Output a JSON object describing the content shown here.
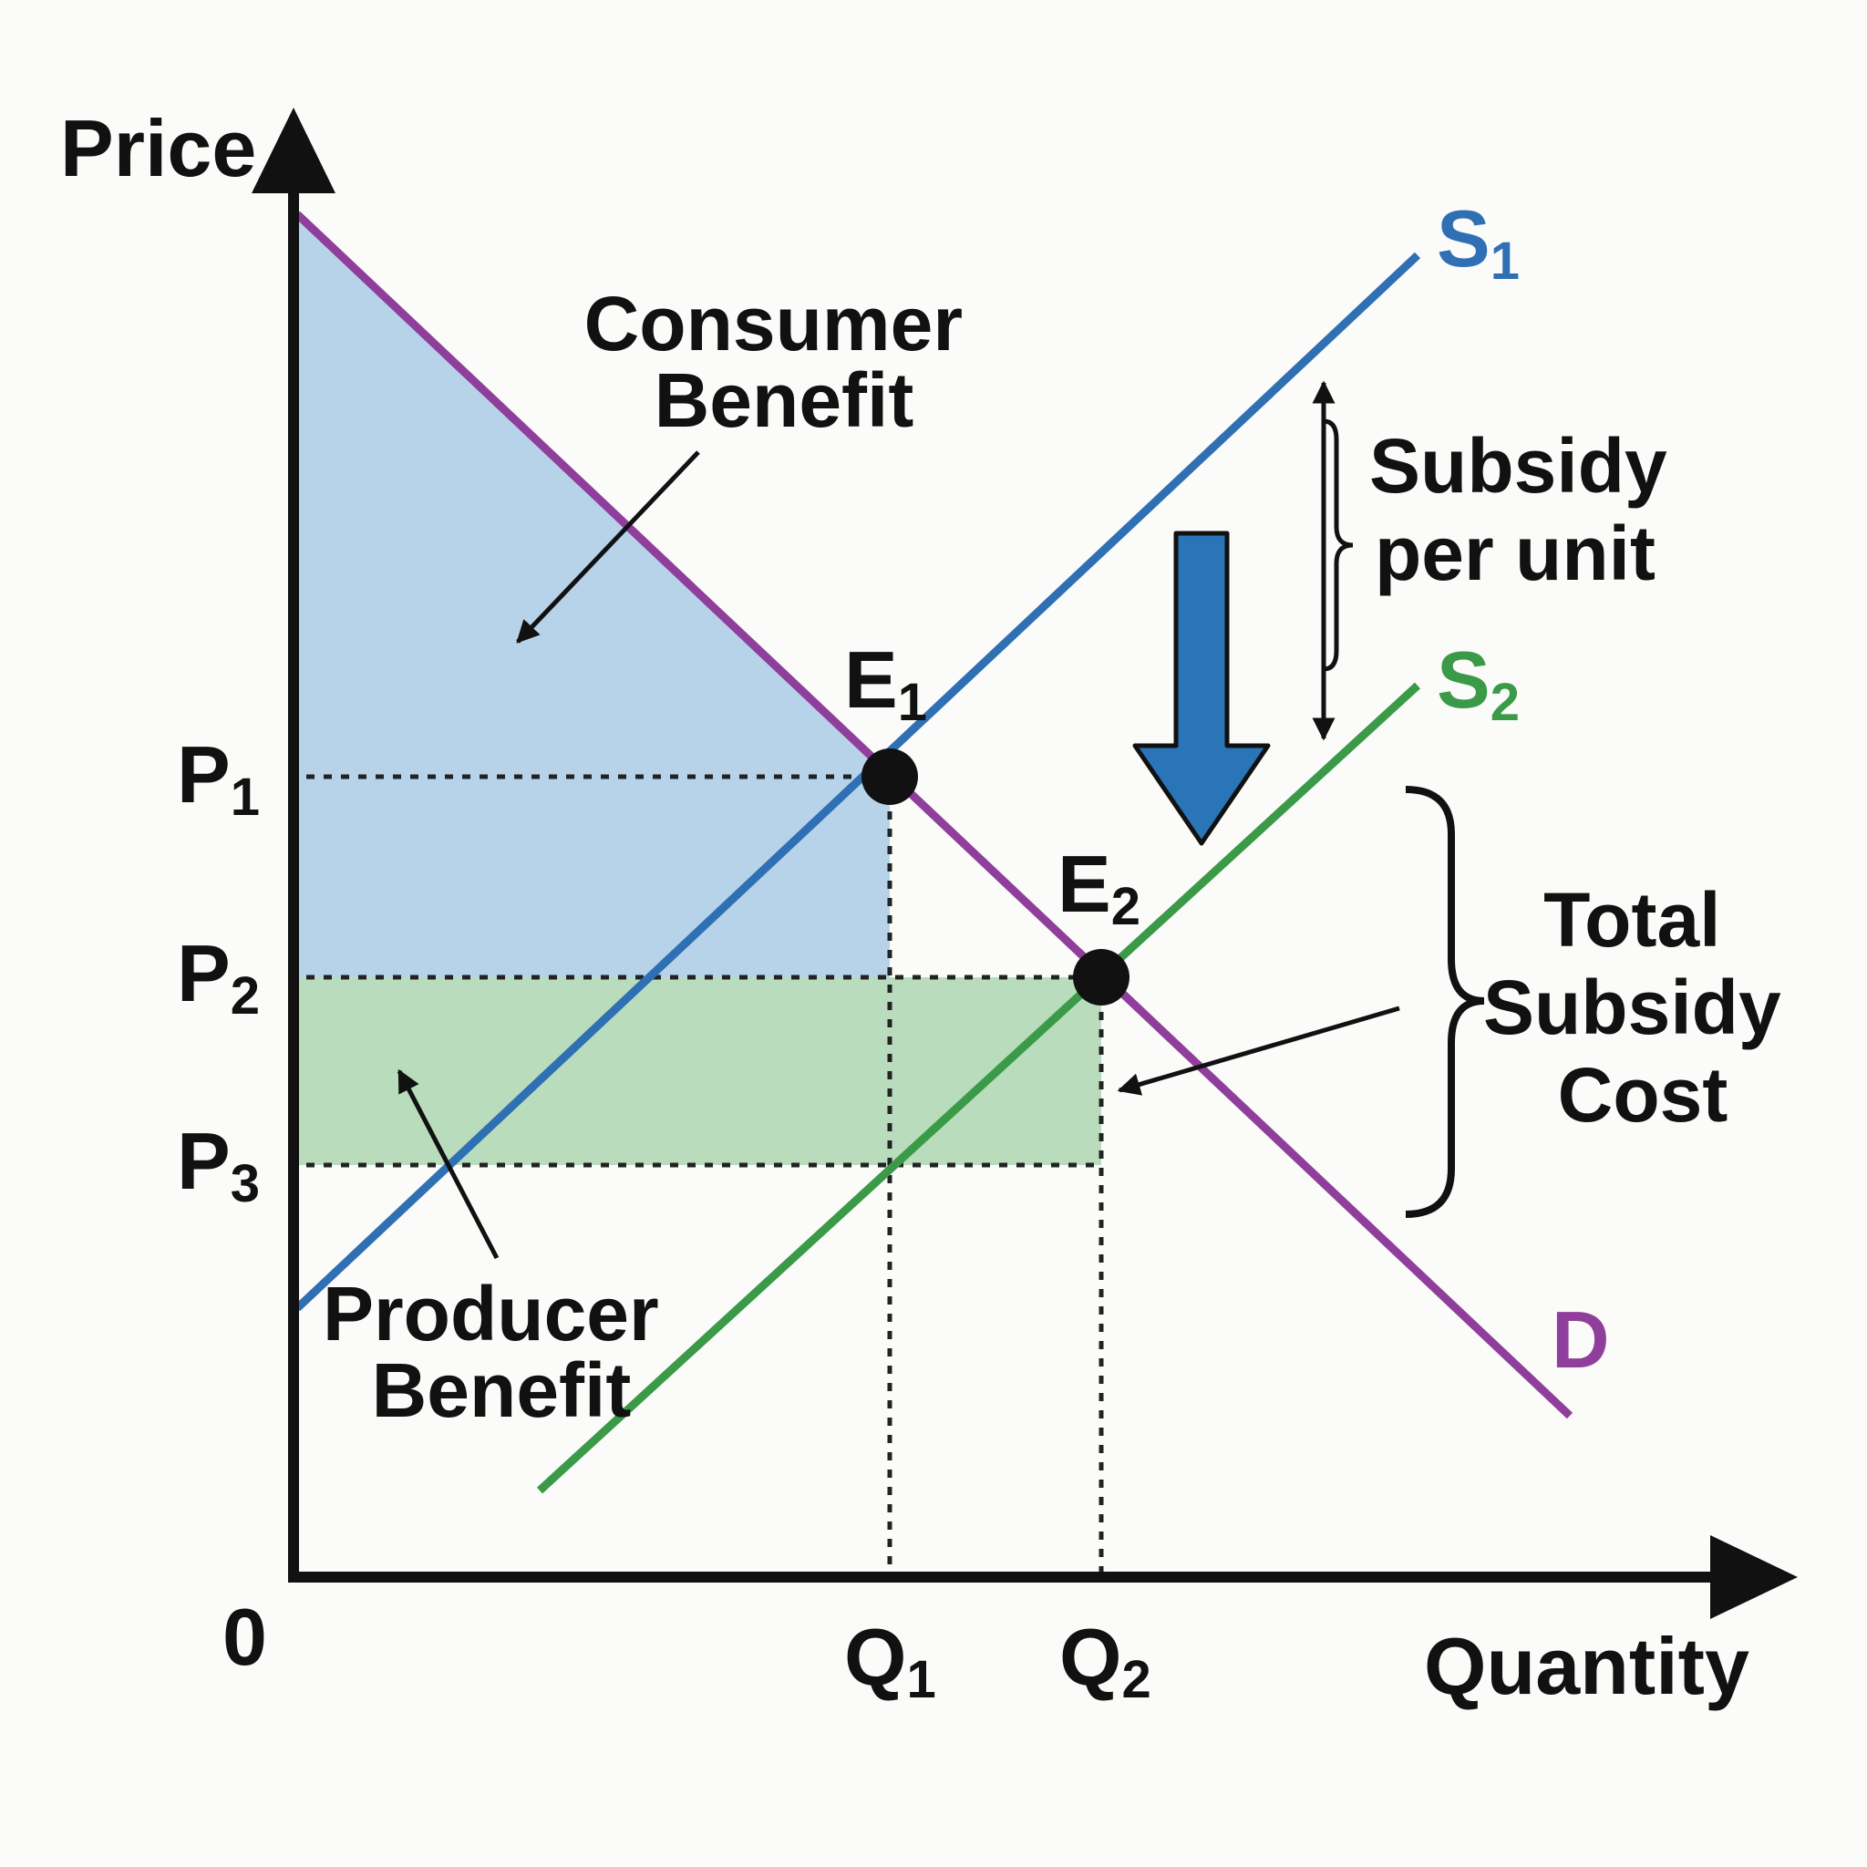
{
  "axes": {
    "y_label": "Price",
    "x_label": "Quantity",
    "origin": "0"
  },
  "price_levels": [
    {
      "base": "P",
      "sub": "1"
    },
    {
      "base": "P",
      "sub": "2"
    },
    {
      "base": "P",
      "sub": "3"
    }
  ],
  "quantity_levels": [
    {
      "base": "Q",
      "sub": "1"
    },
    {
      "base": "Q",
      "sub": "2"
    }
  ],
  "curves": {
    "s1": {
      "base": "S",
      "sub": "1",
      "color": "#2f6fb3"
    },
    "s2": {
      "base": "S",
      "sub": "2",
      "color": "#3a9a48"
    },
    "d": {
      "label": "D",
      "color": "#8f3f9b"
    }
  },
  "points": {
    "e1": {
      "base": "E",
      "sub": "1"
    },
    "e2": {
      "base": "E",
      "sub": "2"
    }
  },
  "annotations": {
    "consumer_benefit": [
      "Consumer",
      "Benefit"
    ],
    "producer_benefit": [
      "Producer",
      "Benefit"
    ],
    "subsidy_per_unit": [
      "Subsidy",
      "per unit"
    ],
    "total_subsidy_cost": [
      "Total",
      "Subsidy",
      "Cost"
    ]
  },
  "colors": {
    "consumer_area": "#b7d3ea",
    "producer_area": "#b8dcbc",
    "shift_arrow": "#2a74b8"
  }
}
